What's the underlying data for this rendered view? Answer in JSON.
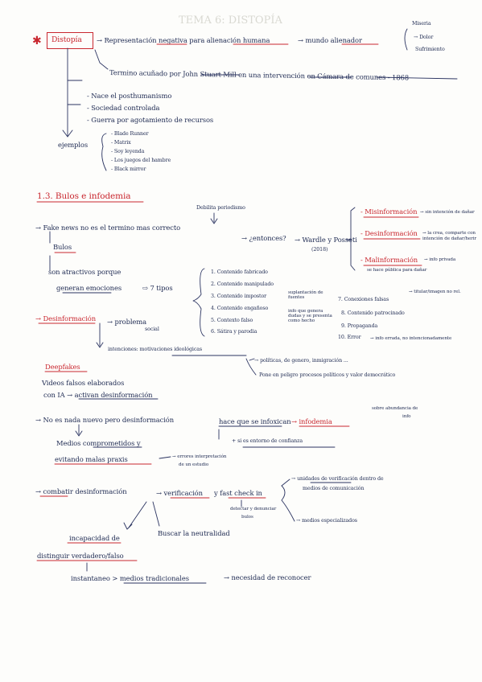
{
  "header": {
    "title": "TEMA 6: DISTOPÍA"
  },
  "distopia": {
    "star": "✱",
    "term": "Distopía",
    "arrow_def": "→ Representación negativa para alienación humana",
    "arrow_world": "→ mundo alienador",
    "branch_miseria": "Miseria",
    "branch_dolor": "→ Dolor",
    "branch_sufrimiento": "Sufrimiento",
    "origin": "Termino acuñado por John Stuart Mill en una intervención en Cámara de comunes - 1868",
    "causes": [
      "- Nace el posthumanismo",
      "- Sociedad controlada",
      "- Guerra por agotamiento de recursos"
    ],
    "examples_label": "ejemplos",
    "examples": [
      "- Blade Runner",
      "- Matrix",
      "- Soy leyenda",
      "- Los juegos del hambre",
      "- Black mirror"
    ]
  },
  "section": {
    "heading": "1.3. Bulos e infodemia",
    "debilita": "Debilita periodismo",
    "fake_news": "→ Fake news no es el termino mas correcto",
    "entonces": "→ ¿entonces?",
    "wardle": "→ Wardle y Posseti",
    "year": "(2018)",
    "bulos_label": "Bulos",
    "mis": "- Misinformación",
    "mis_note": "→ sin intención de dañar",
    "des": "- Desinformación",
    "des_note": "→ la crea, comparte con intención de dañar/herir",
    "mal": "- Malinformación",
    "mal_note1": "→ info privada",
    "mal_note2": "se hace pública para dañar",
    "attractive": "son atractivos porque",
    "emotions": "generan emociones",
    "seven": "⇨ 7 tipos",
    "types": [
      "1. Contenido fabricado",
      "2. Contenido manipulado",
      "3. Contenido impostor",
      "4. Contenido engañoso",
      "5. Contexto falso",
      "6. Sátira y parodia"
    ],
    "impostor_note": "suplantación de fuentes",
    "misleading_note": "info que genera dudas y se presenta como hecho",
    "types_right": [
      "7. Conexiones falsas",
      "8. Contenido patrocinado",
      "9. Propaganda",
      "10. Error"
    ],
    "false_connection_note": "→ titular/imagen no rel.",
    "error_note": "→ info errada, no intencionadamente",
    "desinfo": "→ Desinformación",
    "problema": "→ problema",
    "social": "social",
    "intenciones": "intenciones: motivaciones ideológicas",
    "politicas": "→ políticas, de genero, inmigración ...",
    "peligro": "Pone en peligro procesos políticos y valor democrático",
    "deepfakes": "Deepfakes",
    "videos": "Videos falsos elaborados",
    "ia": "con IA → activan desinformación",
    "nuevo": "→ No es nada nuevo pero desinformación",
    "hace": "hace que se infoxican",
    "infodemia": "→ infodemia",
    "sobreabundancia1": "sobre abundancia de",
    "sobreabundancia2": "info",
    "entorno": "+ si es entorno de confianza",
    "medios_comp": "Medios comprometidos y",
    "evitando": "evitando malas praxis",
    "praxis_note1": "→ errores interpretación",
    "praxis_note2": "de un estudio",
    "combatir": "→ combatir desinformación",
    "verif": "→ verificación",
    "fast": "y fast check in",
    "unidades1": "→ unidades de verificación dentro de",
    "unidades2": "medios de comunicación",
    "detectar1": "detectar y denunciar",
    "detectar2": "bulos",
    "especializados": "→ medios especializados",
    "neutralidad": "Buscar la neutralidad",
    "incapacidad": "incapacidad de",
    "distinguir": "distinguir verdadero/falso",
    "instantaneo": "instantaneo > medios tradicionales",
    "necesidad": "→ necesidad de reconocer"
  }
}
